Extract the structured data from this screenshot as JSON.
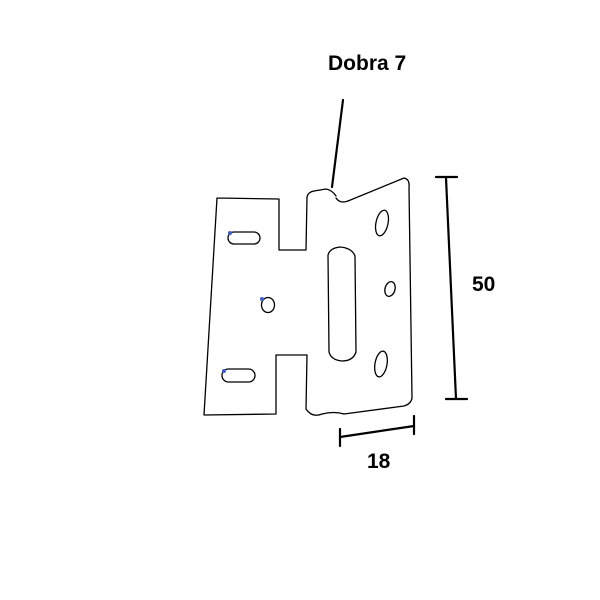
{
  "labels": {
    "callout": "Dobra 7",
    "height_dim": "50",
    "width_dim": "18"
  },
  "colors": {
    "line": "#000000",
    "point_marker": "#3a5fcd",
    "background": "#ffffff"
  }
}
